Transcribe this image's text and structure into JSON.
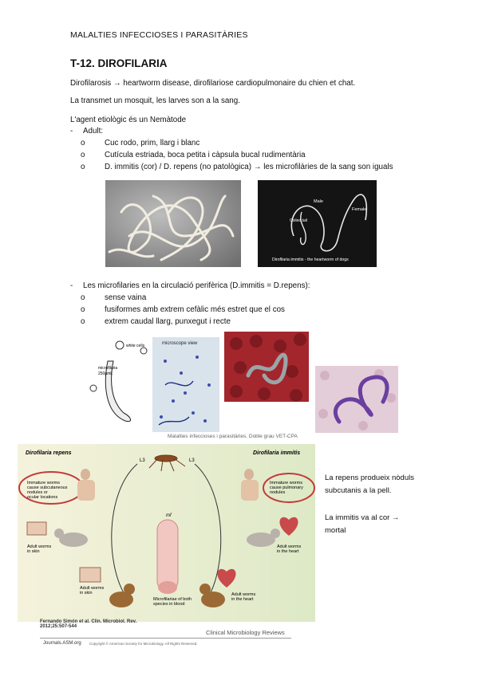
{
  "header": "MALALTIES INFECCIOSES I PARASITÀRIES",
  "title": "T-12. DIROFILARIA",
  "intro1": "Dirofilarosis → heartworm disease, dirofilariose cardiopulmonaire du chien et chat.",
  "intro2": "La transmet un mosquit, les larves son a la sang.",
  "agent": "L'agent etiològic és un Nemàtode",
  "adult": {
    "label": "Adult:",
    "items": [
      "Cuc rodo, prim, llarg i blanc",
      "Cutícula estriada, boca petita i càpsula bucal rudimentària",
      "D. immitis (cor) / D. repens (no patològica) → les microfilàries de la sang son iguals"
    ]
  },
  "photo2": {
    "male": "Male",
    "female": "Female",
    "coiled_tail": "Coiled tail",
    "caption": "Dirofilaria immitis - the heartworm of dogs"
  },
  "micro": {
    "label": "Les microfilaries en la circulació perifèrica (D.immitis = D.repens):",
    "items": [
      "sense vaina",
      "fusiformes amb extrem cefàlic més estret que el cos",
      "extrem caudal llarg, punxegut i recte"
    ]
  },
  "fig2": {
    "white_cells": "white cells",
    "microfilaria": "microfilaria",
    "size": "250µmL",
    "microscope_view": "microscope view",
    "caption": "Malalties infeccioses i parasitàries. Doble grau VET-CPA"
  },
  "cycle": {
    "left_title": "Dirofilaria repens",
    "right_title": "Dirofilaria immitis",
    "l3_left": "L3",
    "l3_right": "L3",
    "left_oval": "Immature worms cause subcutaneous nodules or ocular locations",
    "right_oval": "Immature worms cause pulmonary nodules",
    "adult_skin_1": "Adult worms in skin",
    "adult_skin_2": "Adult worms in skin",
    "adult_heart_1": "Adult worms in the heart",
    "adult_heart_2": "Adult worms in the heart",
    "mf": "mf",
    "mf_caption": "Microfilariae of both species in blood",
    "citation_1": "Fernando Simón et al. Clin. Microbiol. Rev.",
    "citation_2": "2012;25:507-544",
    "journal": "Clinical Microbiology Reviews",
    "site": "Journals.ASM.org",
    "copyright": "Copyright © American Society for Microbiology. All Rights Reserved."
  },
  "side": {
    "repens": "La repens produeix nòduls subcutanis a la pell.",
    "immitis": "La immitis va al cor → mortal"
  },
  "colors": {
    "oval_red": "#c23b3b",
    "left_bg": "#f3f0d8",
    "right_bg": "#dfeac8",
    "worm_purple": "#6a3fa0"
  }
}
